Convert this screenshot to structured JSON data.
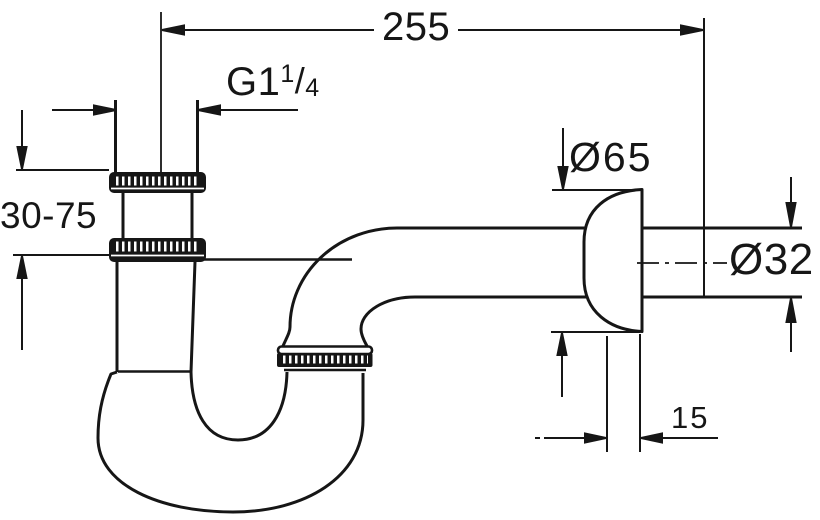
{
  "drawing": {
    "background": "#ffffff",
    "ink": "#161616",
    "subject": "siphon-p-trap-dimension-drawing",
    "dimensions": {
      "wall_span": {
        "value": "255"
      },
      "thread": {
        "prefix": "G1",
        "numerator": "1",
        "slash": "/",
        "denominator": "4"
      },
      "height_adjust": {
        "value": "30-75"
      },
      "flange_diameter": {
        "value": "Ø65"
      },
      "pipe_diameter": {
        "value": "Ø32"
      },
      "flange_depth": {
        "value": "15"
      }
    }
  }
}
